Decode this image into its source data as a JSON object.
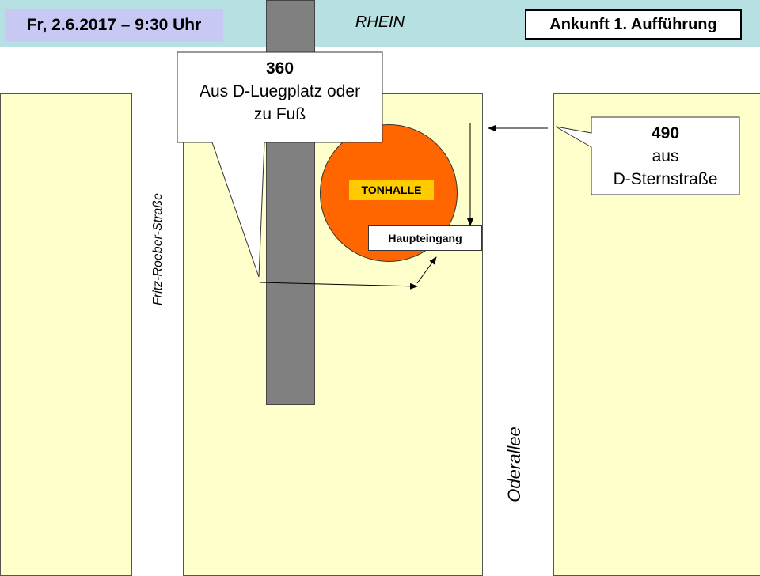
{
  "header": {
    "date_time": "Fr, 2.6.2017 – 9:30 Uhr",
    "river": "RHEIN",
    "title": "Ankunft 1. Aufführung"
  },
  "streets": {
    "left": "Fritz-Roeber-Straße",
    "right": "Oderallee"
  },
  "venue": {
    "name": "TONHALLE",
    "entrance": "Haupteingang"
  },
  "callouts": {
    "left": {
      "number": "360",
      "line1": "Aus D-Luegplatz oder",
      "line2": "zu Fuß"
    },
    "right": {
      "number": "490",
      "line1": "aus",
      "line2": "D-Sternstraße"
    }
  },
  "colors": {
    "river": "#b6e0e2",
    "block": "#ffffcc",
    "venue": "#ff6600",
    "venue_label": "#ffcc00",
    "date_box": "#c8c8f4",
    "bar": "#808080"
  }
}
